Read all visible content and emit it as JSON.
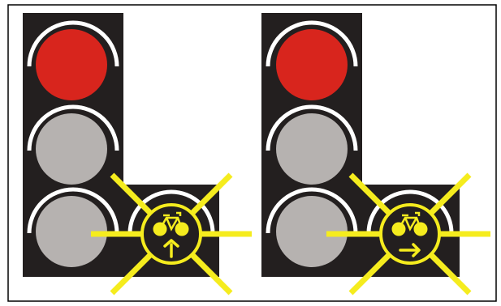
{
  "colors": {
    "background": "#ffffff",
    "frame": "#000000",
    "housing": "#231f1f",
    "red_lamp": "#d8251d",
    "off_lamp": "#b6b2b0",
    "visor": "#ffffff",
    "yellow": "#f5ec1e"
  },
  "signals": [
    {
      "id": "left",
      "main_head": {
        "lamps": [
          {
            "role": "red",
            "lit": true
          },
          {
            "role": "amber",
            "lit": false
          },
          {
            "role": "green",
            "lit": false
          }
        ]
      },
      "auxiliary_lamp": {
        "symbol": "bicycle-icon",
        "arrow": "up",
        "flashing": true
      }
    },
    {
      "id": "right",
      "main_head": {
        "lamps": [
          {
            "role": "red",
            "lit": true
          },
          {
            "role": "amber",
            "lit": false
          },
          {
            "role": "green",
            "lit": false
          }
        ]
      },
      "auxiliary_lamp": {
        "symbol": "bicycle-icon",
        "arrow": "right",
        "flashing": true
      }
    }
  ]
}
